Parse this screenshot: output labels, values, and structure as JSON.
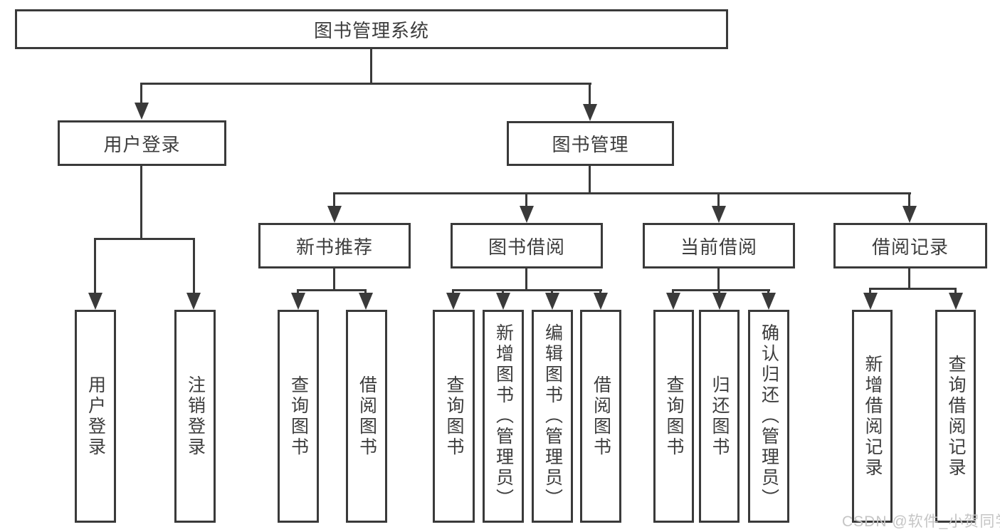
{
  "tree": {
    "label": "图书管理系统",
    "children": [
      {
        "label": "用户登录",
        "children": [
          {
            "label": "用户登录"
          },
          {
            "label": "注销登录"
          }
        ]
      },
      {
        "label": "图书管理",
        "children": [
          {
            "label": "新书推荐",
            "children": [
              {
                "label": "查询图书"
              },
              {
                "label": "借阅图书"
              }
            ]
          },
          {
            "label": "图书借阅",
            "children": [
              {
                "label": "查询图书"
              },
              {
                "label": "新增图书（管理员）"
              },
              {
                "label": "编辑图书（管理员）"
              },
              {
                "label": "借阅图书"
              }
            ]
          },
          {
            "label": "当前借阅",
            "children": [
              {
                "label": "查询图书"
              },
              {
                "label": "归还图书"
              },
              {
                "label": "确认归还（管理员）"
              }
            ]
          },
          {
            "label": "借阅记录",
            "children": [
              {
                "label": "新增借阅记录"
              },
              {
                "label": "查询借阅记录"
              }
            ]
          }
        ]
      }
    ]
  },
  "watermark": {
    "text": "CSDN @软件_小贺同学"
  },
  "colors": {
    "line": "#3a3a3a",
    "text": "#3d3d3d",
    "background": "#ffffff",
    "watermark": "#c5c5c5"
  }
}
